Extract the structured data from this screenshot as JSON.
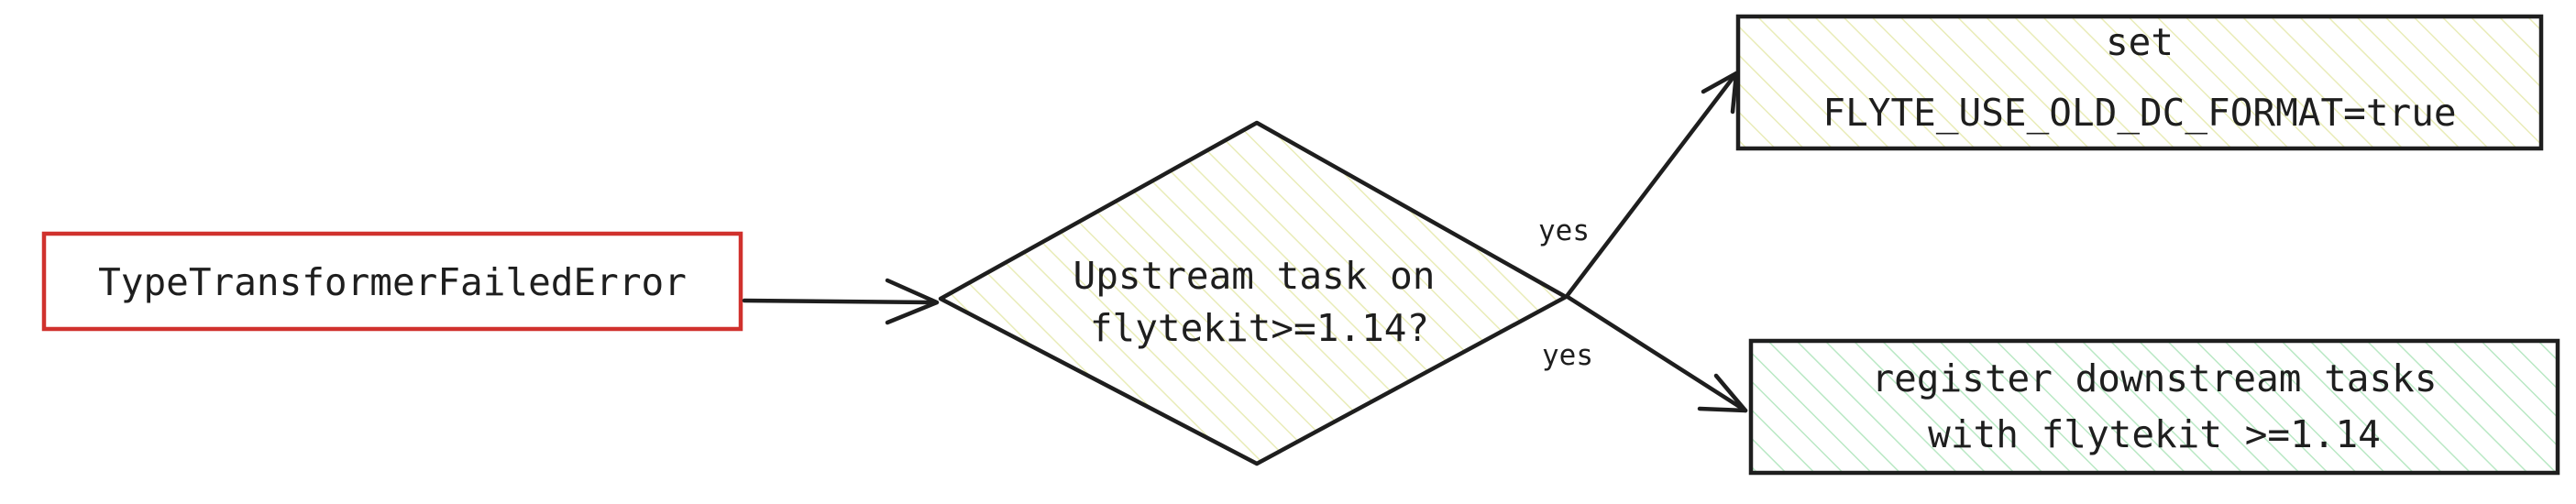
{
  "colors": {
    "ink": "#1e1e1e",
    "error_border": "#d0312d",
    "yellow_hatch": "#e9ecb8",
    "green_hatch": "#b9e8c4"
  },
  "nodes": {
    "error": {
      "label": "TypeTransformerFailedError"
    },
    "decision": {
      "line1": "Upstream task on",
      "line2": "flytekit>=1.14?"
    },
    "set_env": {
      "line1": "set",
      "line2": "FLYTE_USE_OLD_DC_FORMAT=true"
    },
    "register": {
      "line1": "register downstream tasks",
      "line2": "with flytekit >=1.14"
    }
  },
  "edges": {
    "to_set_env": {
      "label": "yes"
    },
    "to_register": {
      "label": "yes"
    }
  }
}
